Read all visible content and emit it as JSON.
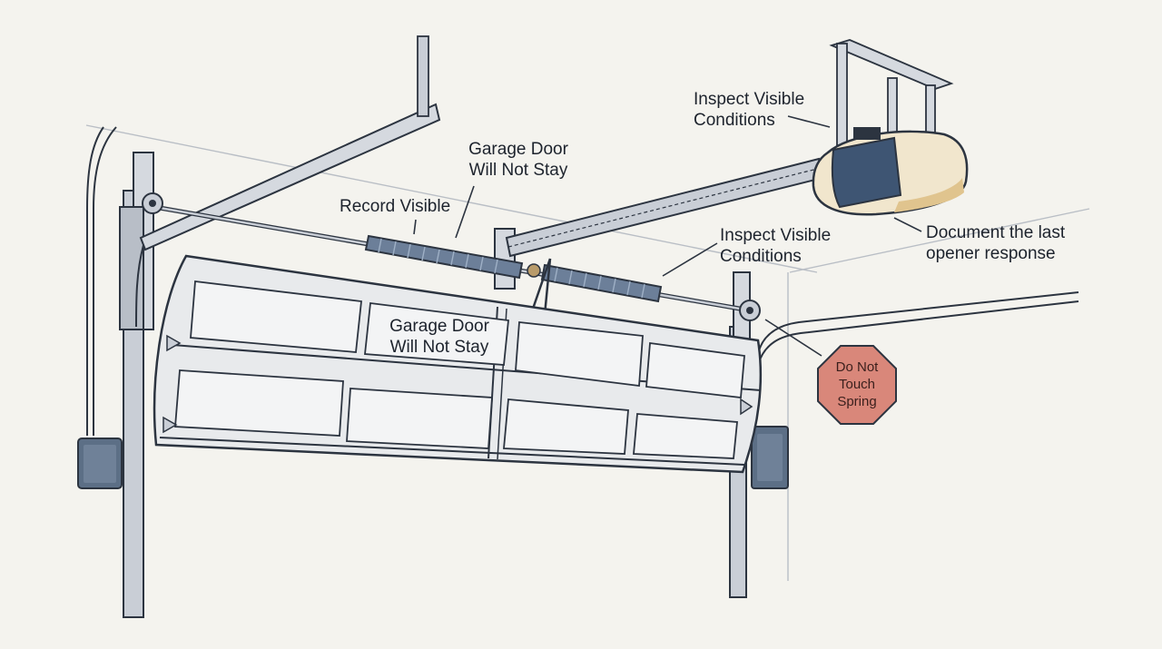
{
  "colors": {
    "background": "#f4f3ee",
    "line": "#2c3440",
    "metal": "#c9ced6",
    "door_panel": "#e8eaec",
    "spring": "#6c7f99",
    "opener_body": "#3e5573",
    "opener_cover": "#f1e6cd",
    "stop_sign": "#d9877a",
    "junction_box": "#5c6f86"
  },
  "labels": {
    "opener_inspect": "Inspect Visible\nConditions",
    "opener_document": "Document the last\nopener response",
    "spring_record": "Record Visible",
    "spring_not_stay": "Garage Door\nWill Not Stay",
    "spring_inspect": "Inspect Visible\nConditions",
    "door_not_stay": "Garage Door\nWill Not Stay",
    "warning_sign": "Do Not\nTouch\nSpring"
  },
  "icons": {
    "warning": "stop-sign-icon",
    "opener": "garage-door-opener-icon",
    "junction_box": "electrical-box-icon"
  }
}
